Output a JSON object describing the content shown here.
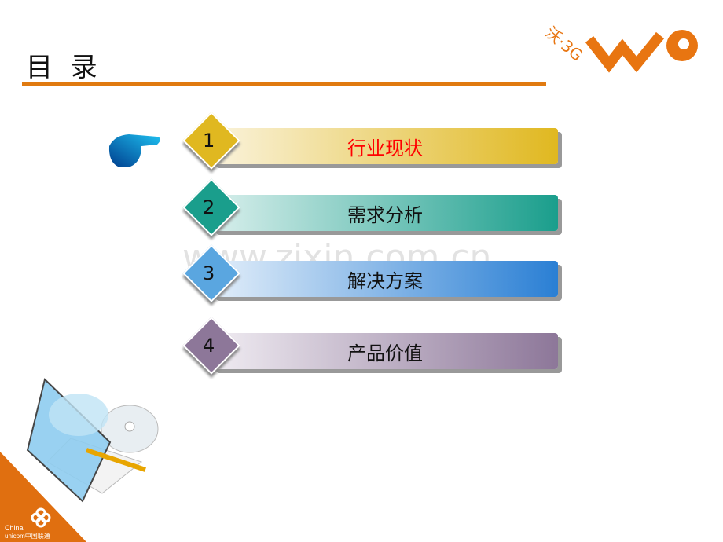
{
  "title": "目 录",
  "logo": {
    "text": "沃·3G",
    "color": "#e87511"
  },
  "watermark": "www.zixin.com.cn",
  "items": [
    {
      "num": "1",
      "label": "行业现状",
      "active": true,
      "color": "#e0b820"
    },
    {
      "num": "2",
      "label": "需求分析",
      "color": "#1a9e8c"
    },
    {
      "num": "3",
      "label": "解决方案",
      "color": "#2a7fd4"
    },
    {
      "num": "4",
      "label": "产品价值",
      "color": "#8d7799"
    }
  ],
  "brand": {
    "line1": "China",
    "line2": "unicom中国联通"
  }
}
